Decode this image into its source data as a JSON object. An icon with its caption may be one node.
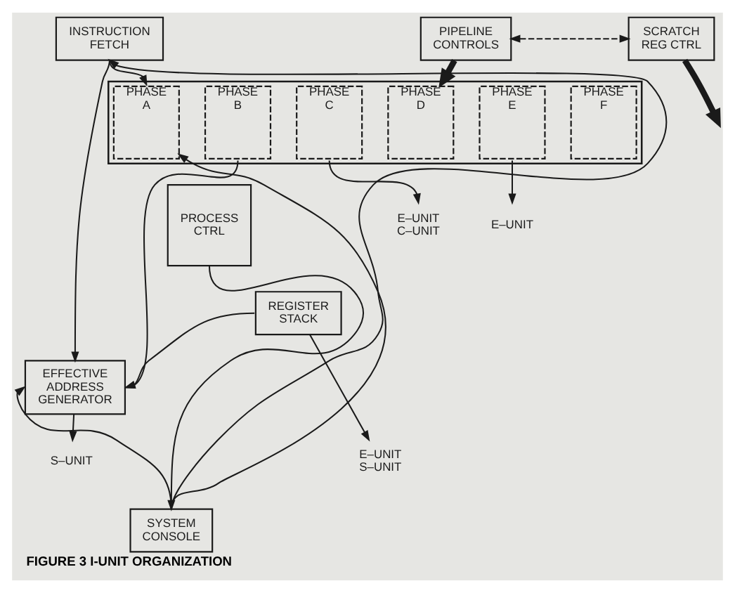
{
  "diagram": {
    "caption": "FIGURE 3 I-UNIT ORGANIZATION",
    "nodes": [
      {
        "text": [
          "INSTRUCTION FETCH"
        ]
      },
      {
        "text": [
          "PIPELINE CONTROLS"
        ]
      },
      {
        "text": [
          "SCRATCH REG CTRL"
        ]
      },
      {
        "text": [],
        "shape": "box"
      },
      {
        "text": [
          "PHASE A"
        ],
        "in": 3
      },
      {
        "text": [
          "PHASE B"
        ],
        "in": 3
      },
      {
        "text": [
          "PHASE C"
        ],
        "in": 3
      },
      {
        "text": [
          "PHASE D"
        ],
        "in": 3
      },
      {
        "text": [
          "PHASE E"
        ],
        "in": 3
      },
      {
        "text": [
          "PHASE F"
        ],
        "in": 3
      },
      {
        "text": [
          "PROCESS CTRL"
        ]
      },
      {
        "text": [
          "E–UNIT C–UNIT"
        ]
      },
      {
        "text": [
          "E–UNIT"
        ]
      },
      {
        "text": [
          "EFFECTIVE ADDRESS GENERATOR"
        ]
      },
      {
        "text": [
          "REGISTER STACK"
        ]
      },
      {
        "text": [
          "S–UNIT"
        ]
      },
      {
        "text": [
          "E–UNIT S–UNIT"
        ]
      },
      {
        "text": [
          "SYSTEM CONSOLE"
        ]
      }
    ],
    "edges": [
      {
        "from": 1,
        "to": 2,
        "arrow": "both",
        "style": "dashed"
      },
      {
        "from": 1,
        "to": 3,
        "arrow": "to",
        "style": "thick"
      },
      {
        "from": 2,
        "to": null,
        "arrow": "to",
        "style": "thick"
      },
      {
        "from": 0,
        "to": 4,
        "arrow": "to"
      },
      {
        "from": 0,
        "to": 13,
        "arrow": "to"
      },
      {
        "from": 17,
        "to": 0,
        "arrow": "to"
      },
      {
        "from": 17,
        "to": 4,
        "arrow": "to"
      },
      {
        "from": 17,
        "to": 13,
        "arrow": "to"
      },
      {
        "from": 10,
        "to": 17,
        "arrow": "to"
      },
      {
        "from": 5,
        "to": 13,
        "arrow": "to"
      },
      {
        "from": 6,
        "to": 11,
        "arrow": "to"
      },
      {
        "from": 8,
        "to": 12,
        "arrow": "to"
      },
      {
        "from": 14,
        "to": 13,
        "arrow": "to"
      },
      {
        "from": 13,
        "to": 15,
        "arrow": "to"
      },
      {
        "from": 14,
        "to": 16,
        "arrow": "to"
      }
    ]
  }
}
